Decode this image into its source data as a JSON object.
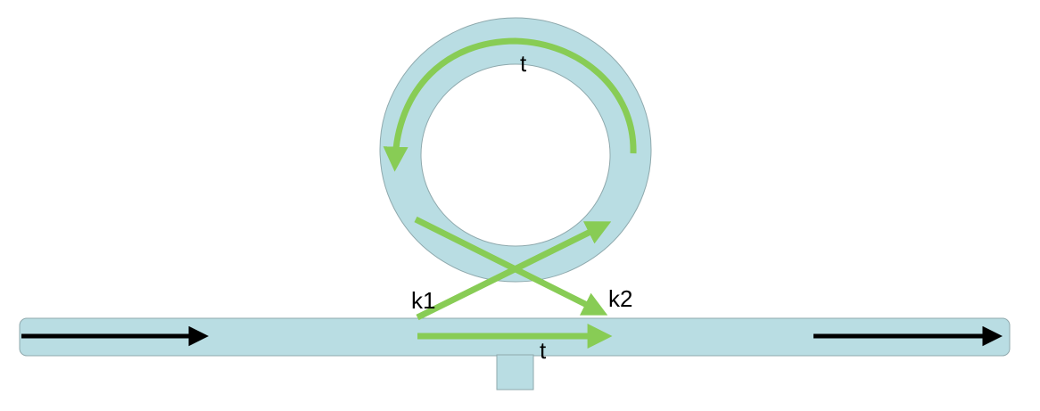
{
  "labels": {
    "ring_t": "t",
    "k1": "k1",
    "k2": "k2",
    "bus_t": "t"
  },
  "colors": {
    "waveguide_fill": "#b9dde3",
    "waveguide_stroke": "#8fa9ad",
    "light_green": "#88cc55",
    "black_arrow": "#000000",
    "background": "#ffffff"
  },
  "elements": {
    "ring": "ring-resonator",
    "bus": "bus-waveguide",
    "stub": "waveguide-stub",
    "input_arrow": "input-arrow-icon",
    "output_arrow": "output-arrow-icon"
  }
}
